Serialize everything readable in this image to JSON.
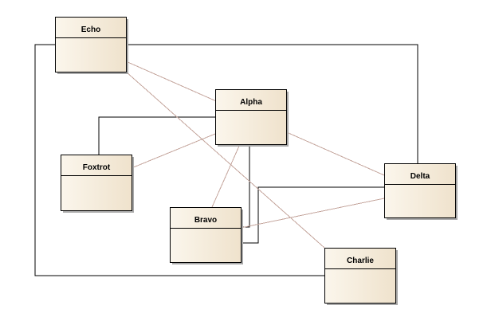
{
  "colors": {
    "background": "#ffffff",
    "box_fill_light": "#fbf6ec",
    "box_fill_dark": "#efe2cc",
    "box_border": "#000000",
    "shadow": "#a9a9a9",
    "line_black": "#000000",
    "line_brown": "#c4a59c"
  },
  "diagram": {
    "nodes": [
      {
        "id": "echo",
        "name": "Echo"
      },
      {
        "id": "alpha",
        "name": "Alpha"
      },
      {
        "id": "foxtrot",
        "name": "Foxtrot"
      },
      {
        "id": "delta",
        "name": "Delta"
      },
      {
        "id": "bravo",
        "name": "Bravo"
      },
      {
        "id": "charlie",
        "name": "Charlie"
      }
    ],
    "connectors": [
      {
        "id": "echo-delta-frame",
        "from": "echo",
        "to": "delta",
        "style": "orthogonal"
      },
      {
        "id": "echo-charlie-frame",
        "from": "echo",
        "to": "charlie",
        "style": "orthogonal"
      },
      {
        "id": "alpha-foxtrot-elbow",
        "from": "alpha",
        "to": "foxtrot",
        "style": "orthogonal"
      },
      {
        "id": "alpha-bravo-elbow",
        "from": "alpha",
        "to": "bravo",
        "style": "orthogonal"
      },
      {
        "id": "delta-bravo-elbow",
        "from": "delta",
        "to": "bravo",
        "style": "orthogonal"
      },
      {
        "id": "echo-delta-diag",
        "from": "echo",
        "to": "delta",
        "style": "direct"
      },
      {
        "id": "echo-charlie-diag",
        "from": "echo",
        "to": "charlie",
        "style": "direct"
      },
      {
        "id": "alpha-foxtrot-diag",
        "from": "alpha",
        "to": "foxtrot",
        "style": "direct"
      },
      {
        "id": "alpha-bravo-diag",
        "from": "alpha",
        "to": "bravo",
        "style": "direct"
      },
      {
        "id": "delta-bravo-diag",
        "from": "delta",
        "to": "bravo",
        "style": "direct"
      }
    ]
  }
}
